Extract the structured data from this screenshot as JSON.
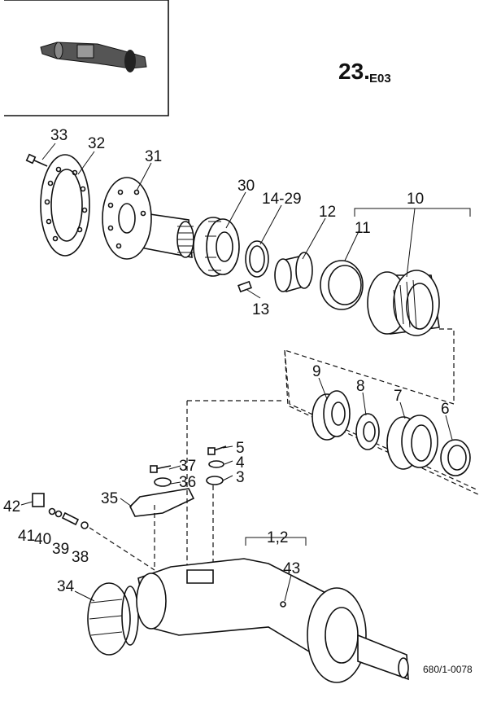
{
  "header": {
    "section_number": "23.",
    "section_code": "E03"
  },
  "drawing_reference": "680/1-0078",
  "callouts": {
    "c33": "33",
    "c32": "32",
    "c31": "31",
    "c30": "30",
    "c14_29": "14-29",
    "c12a": "12",
    "c10": "10",
    "c11": "11",
    "c13": "13",
    "c9": "9",
    "c8": "8",
    "c7": "7",
    "c6": "6",
    "c5": "5",
    "c4": "4",
    "c3": "3",
    "c37": "37",
    "c36": "36",
    "c35": "35",
    "c42": "42",
    "c41": "41",
    "c40": "40",
    "c39": "39",
    "c38": "38",
    "c12b": "1,2",
    "c43": "43",
    "c34": "34"
  }
}
